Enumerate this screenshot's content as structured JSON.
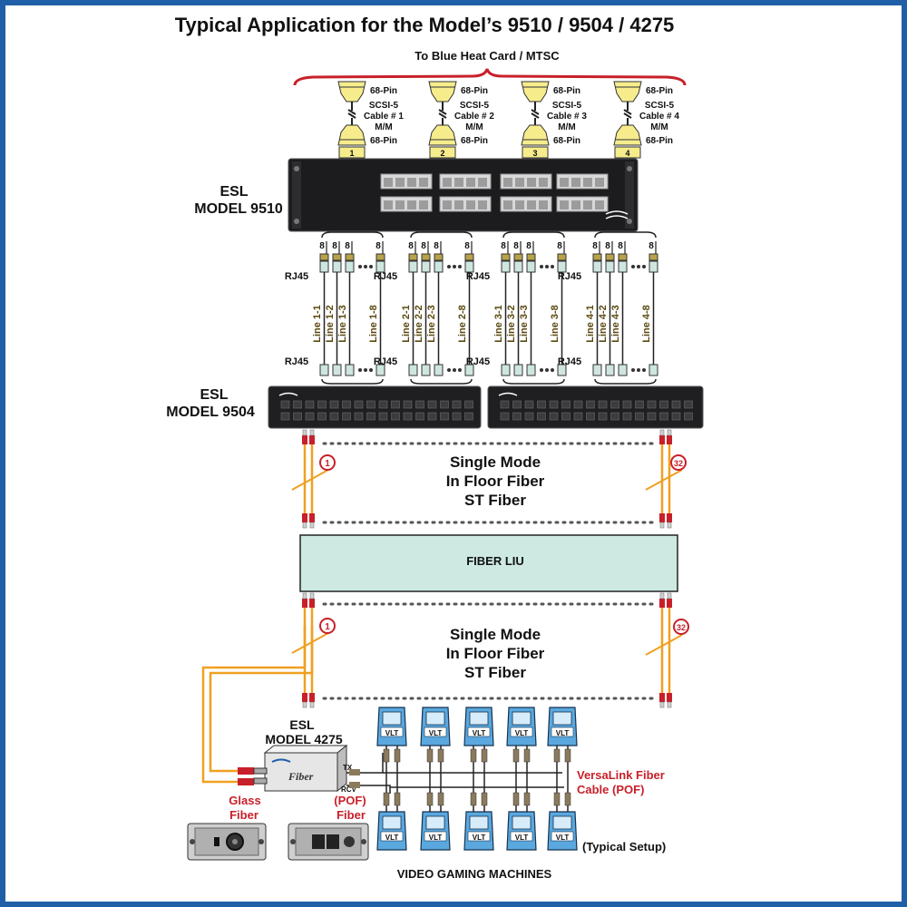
{
  "title": "Typical Application for the Model’s 9510 / 9504 / 4275",
  "top_label": "To Blue Heat Card / MTSC",
  "scsi_cables": [
    {
      "pin_top": "68-Pin",
      "cable": "SCSI-5",
      "cable_no": "Cable # 1",
      "mm": "M/M",
      "pin_bottom": "68-Pin",
      "tag": "1"
    },
    {
      "pin_top": "68-Pin",
      "cable": "SCSI-5",
      "cable_no": "Cable # 2",
      "mm": "M/M",
      "pin_bottom": "68-Pin",
      "tag": "2"
    },
    {
      "pin_top": "68-Pin",
      "cable": "SCSI-5",
      "cable_no": "Cable # 3",
      "mm": "M/M",
      "pin_bottom": "68-Pin",
      "tag": "3"
    },
    {
      "pin_top": "68-Pin",
      "cable": "SCSI-5",
      "cable_no": "Cable # 4",
      "mm": "M/M",
      "pin_bottom": "68-Pin",
      "tag": "4"
    }
  ],
  "model_9510": {
    "line1": "ESL",
    "line2": "MODEL 9510"
  },
  "model_9504": {
    "line1": "ESL",
    "line2": "MODEL 9504"
  },
  "model_4275": {
    "line1": "ESL",
    "line2": "MODEL 4275"
  },
  "rj45": "RJ45",
  "pair_digit": "8",
  "line_groups": [
    [
      "Line 1-1",
      "Line 1-2",
      "Line 1-3",
      "Line 1-8"
    ],
    [
      "Line 2-1",
      "Line 2-2",
      "Line 2-3",
      "Line 2-8"
    ],
    [
      "Line 3-1",
      "Line 3-2",
      "Line 3-3",
      "Line 3-8"
    ],
    [
      "Line 4-1",
      "Line 4-2",
      "Line 4-3",
      "Line 4-8"
    ]
  ],
  "fiber_upper": {
    "line1": "Single Mode",
    "line2": "In Floor Fiber",
    "line3": "ST Fiber"
  },
  "fiber_lower": {
    "line1": "Single Mode",
    "line2": "In Floor Fiber",
    "line3": "ST Fiber"
  },
  "badge_first": "1",
  "badge_last": "32",
  "liu_label": "FIBER LIU",
  "tx": "TX",
  "rcv": "RCV",
  "glass_fiber": {
    "line1": "Glass",
    "line2": "Fiber"
  },
  "pof_fiber": {
    "line1": "(POF)",
    "line2": "Fiber"
  },
  "versalink": {
    "line1": "VersaLink Fiber",
    "line2": "Cable (POF)"
  },
  "vlt": "VLT",
  "typical_setup": "(Typical Setup)",
  "footer": "VIDEO GAMING MACHINES",
  "colors": {
    "border": "#1f5fa8",
    "liu_fill": "#cde9e1",
    "fiber": "#f0a020",
    "accent_red": "#c8202a",
    "scsi_yellow": "#f6ec8c",
    "vlt_blue": "#5aa8de"
  }
}
